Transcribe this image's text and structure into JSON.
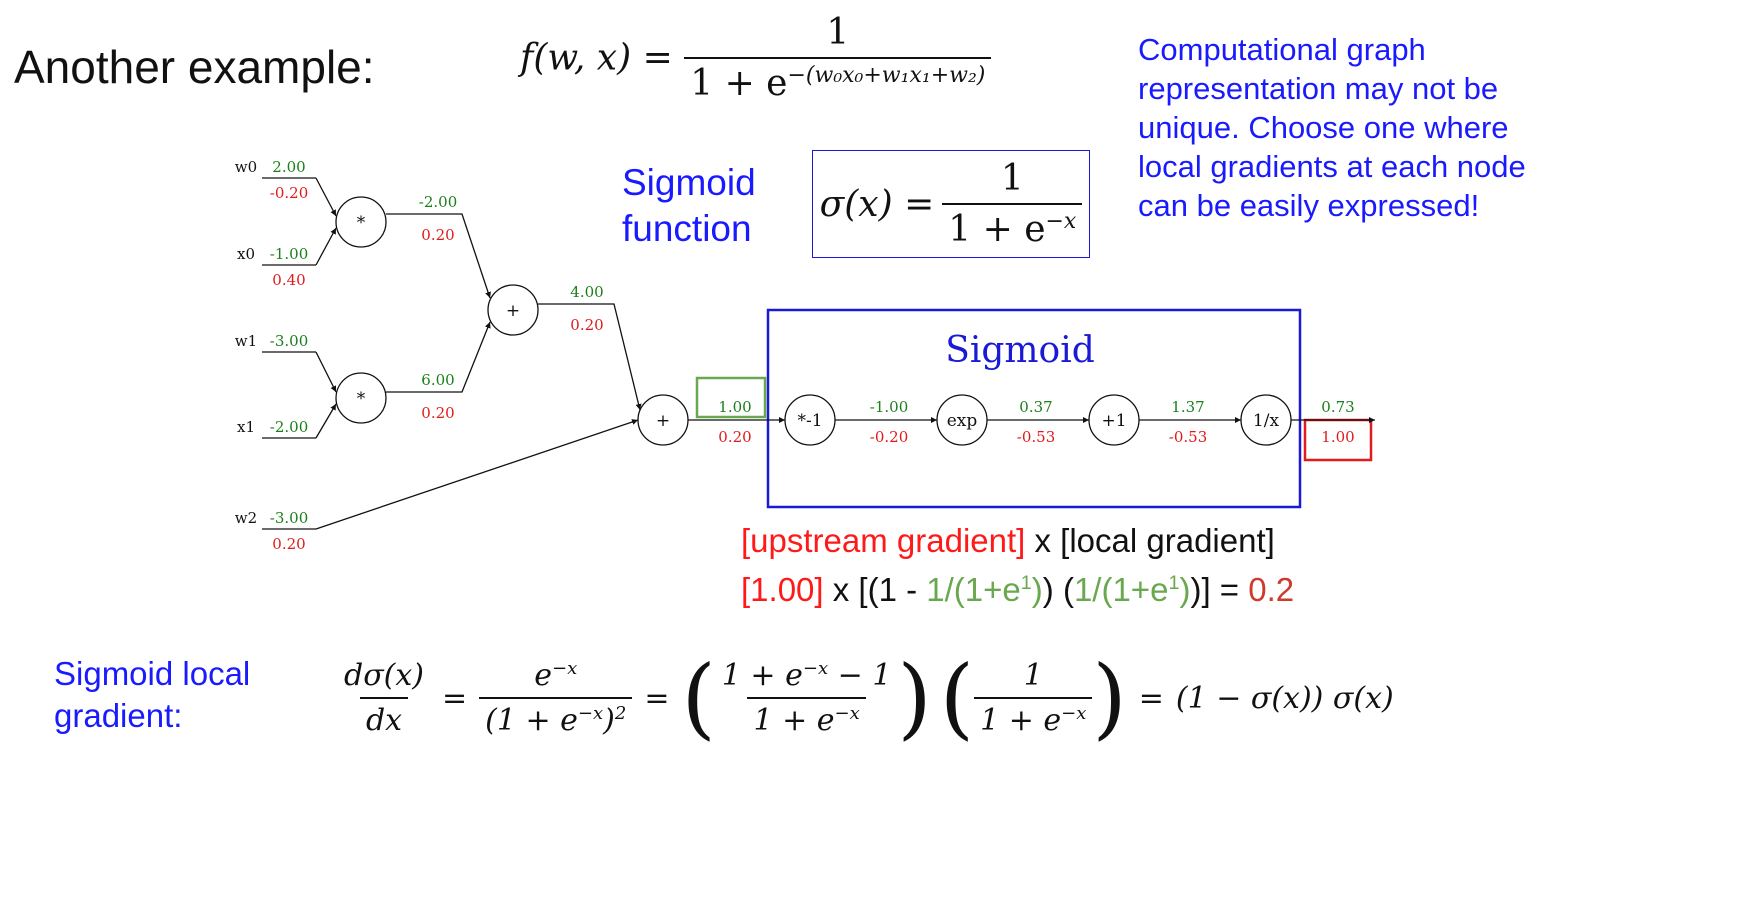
{
  "heading": "Another example:",
  "formula_f": {
    "lhs": "f(w, x) =",
    "num": "1",
    "den_base": "1 + e",
    "den_exp": "−(w₀x₀+w₁x₁+w₂)"
  },
  "sigmoid_label": {
    "line1": "Sigmoid",
    "line2": "function"
  },
  "sigmoid_formula": {
    "lhs": "σ(x) =",
    "num": "1",
    "den_base": "1 + e",
    "den_exp": "−x"
  },
  "note": "Computational graph representation may not be unique. Choose one where local gradients at each node can be easily expressed!",
  "graph": {
    "sigmoid_box_label": "Sigmoid",
    "inputs": [
      {
        "name": "w0",
        "value": "2.00",
        "grad": "-0.20"
      },
      {
        "name": "x0",
        "value": "-1.00",
        "grad": "0.40"
      },
      {
        "name": "w1",
        "value": "-3.00",
        "grad": ""
      },
      {
        "name": "x1",
        "value": "-2.00",
        "grad": ""
      },
      {
        "name": "w2",
        "value": "-3.00",
        "grad": "0.20"
      }
    ],
    "nodes": [
      {
        "id": "mul0",
        "label": "*"
      },
      {
        "id": "mul1",
        "label": "*"
      },
      {
        "id": "add0",
        "label": "+"
      },
      {
        "id": "add1",
        "label": "+"
      },
      {
        "id": "neg",
        "label": "*-1"
      },
      {
        "id": "exp",
        "label": "exp"
      },
      {
        "id": "plus1",
        "label": "+1"
      },
      {
        "id": "inv",
        "label": "1/x"
      }
    ],
    "edges": [
      {
        "id": "mul0-out",
        "value": "-2.00",
        "grad": "0.20"
      },
      {
        "id": "mul1-out",
        "value": "6.00",
        "grad": "0.20"
      },
      {
        "id": "add0-out",
        "value": "4.00",
        "grad": "0.20"
      },
      {
        "id": "add1-out",
        "value": "1.00",
        "grad": "0.20"
      },
      {
        "id": "neg-out",
        "value": "-1.00",
        "grad": "-0.20"
      },
      {
        "id": "exp-out",
        "value": "0.37",
        "grad": "-0.53"
      },
      {
        "id": "plus1-out",
        "value": "1.37",
        "grad": "-0.53"
      },
      {
        "id": "inv-out",
        "value": "0.73",
        "grad": "1.00"
      }
    ]
  },
  "calc": {
    "line1_red": "[upstream gradient]",
    "line1_rest": " x [local gradient]",
    "line2_red": "[1.00]",
    "line2_a": " x [(1 - ",
    "line2_g1": "1/(1+e",
    "line2_sup": "1",
    "line2_g1_close": ")",
    "line2_b": ") (",
    "line2_g2": "1/(1+e",
    "line2_g2_close": ")",
    "line2_c": ")] = ",
    "line2_result": "0.2"
  },
  "local_gradient_label": {
    "line1": "Sigmoid local",
    "line2": "gradient:"
  },
  "local_gradient_formula": {
    "lhs_num": "dσ(x)",
    "lhs_den": "dx",
    "eq": "=",
    "t1_num_base": "e",
    "t1_num_exp": "−x",
    "t1_den": "(1 + e",
    "t1_den_exp": "−x",
    "t1_den_close": ")",
    "t1_den_pow": "2",
    "t2_num": "1 + e",
    "t2_num_exp": "−x",
    "t2_num_tail": " − 1",
    "t2_den": "1 + e",
    "t2_den_exp": "−x",
    "t3_num": "1",
    "t3_den": "1 + e",
    "t3_den_exp": "−x",
    "rhs": "(1 − σ(x)) σ(x)"
  },
  "colors": {
    "forward": "#1a7f1a",
    "backward": "#e01b1b",
    "box_blue": "#1a1ad6",
    "green_box": "#6aa84f",
    "red_box": "#e01b1b"
  }
}
